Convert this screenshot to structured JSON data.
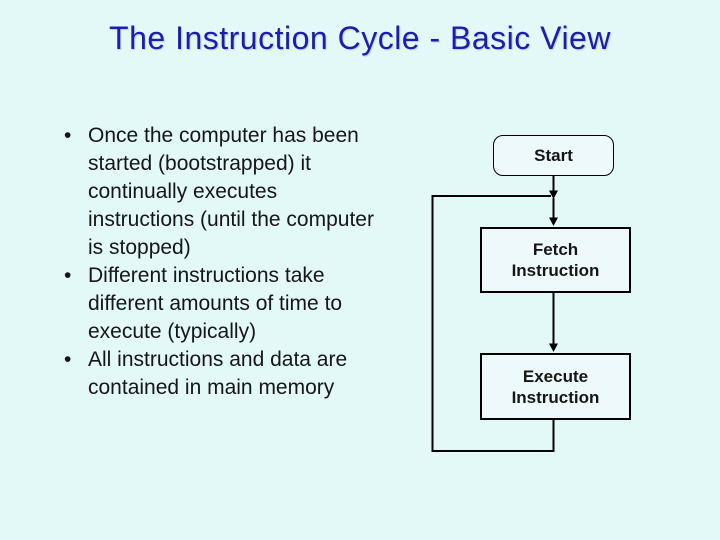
{
  "slide": {
    "title": "The Instruction Cycle - Basic View",
    "bullet_char": "•",
    "bullets": [
      {
        "text": "Once the computer has been started (bootstrapped) it continually executes instructions (until the computer is stopped)"
      },
      {
        "text": "Different instructions take different amounts of time to execute (typically)"
      },
      {
        "text": "All instructions and data are contained in main memory"
      }
    ],
    "flowchart": {
      "nodes": [
        {
          "id": "start",
          "label": "Start",
          "shape": "rounded-rect"
        },
        {
          "id": "fetch",
          "label": "Fetch\nInstruction",
          "shape": "rect"
        },
        {
          "id": "execute",
          "label": "Execute\nInstruction",
          "shape": "rect"
        }
      ],
      "edges": [
        {
          "from": "start",
          "to": "fetch",
          "type": "arrow-down"
        },
        {
          "from": "fetch",
          "to": "execute",
          "type": "arrow-down"
        },
        {
          "from": "execute",
          "to": "fetch",
          "type": "loop-back-left"
        }
      ]
    },
    "colors": {
      "background": "#e2f9f8",
      "title": "#1d1daa",
      "body_text": "#161616",
      "box_fill": "#eef9fb",
      "box_border": "#000000",
      "connector": "#000000"
    }
  }
}
